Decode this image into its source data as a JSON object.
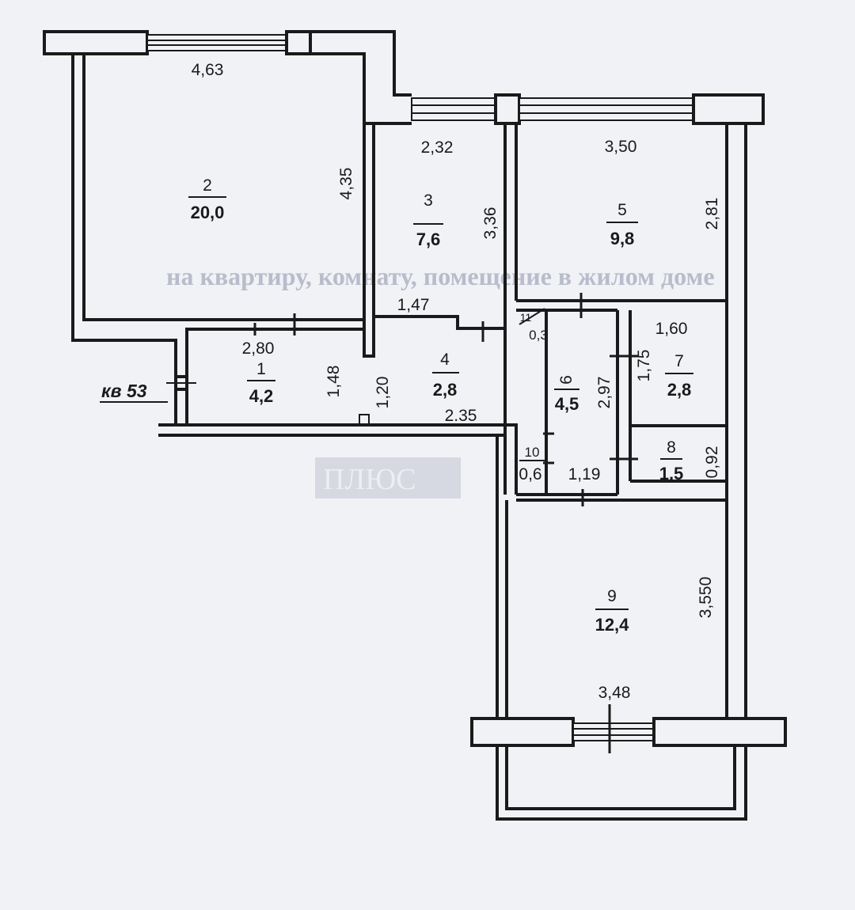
{
  "apartment_label": "кв 53",
  "rooms": [
    {
      "id": "room-1",
      "number": "1",
      "area": "4,2"
    },
    {
      "id": "room-2",
      "number": "2",
      "area": "20,0"
    },
    {
      "id": "room-3",
      "number": "3",
      "area": "7,6"
    },
    {
      "id": "room-4",
      "number": "4",
      "area": "2,8"
    },
    {
      "id": "room-5",
      "number": "5",
      "area": "9,8"
    },
    {
      "id": "room-6",
      "number": "6",
      "area": "4,5"
    },
    {
      "id": "room-7",
      "number": "7",
      "area": "2,8"
    },
    {
      "id": "room-8",
      "number": "8",
      "area": "1,5"
    },
    {
      "id": "room-9",
      "number": "9",
      "area": "12,4"
    },
    {
      "id": "room-10",
      "number": "10",
      "area": "0,6"
    },
    {
      "id": "room-11",
      "number": "11",
      "area": "0,3"
    }
  ],
  "dimensions": {
    "room2_width": "4,63",
    "room2_depth": "4,35",
    "room3_width": "2,32",
    "room3_depth": "3,36",
    "room5_width": "3,50",
    "room5_depth": "2,81",
    "room4_top": "1,47",
    "room1_width": "2,80",
    "room1_depth": "1,48",
    "room4_depth": "1,20",
    "room4_bottom": "2.35",
    "room7_width": "1,60",
    "room7_depth": "1,75",
    "room6_depth": "2,97",
    "room8_depth": "0,92",
    "room10_width": "1,19",
    "room9_depth": "3,550",
    "room9_width": "3,48"
  },
  "background_text": {
    "heading": "на квартиру, комнату, помещение в жилом доме",
    "stamp": "ПЛЮС"
  },
  "colors": {
    "paper": "#f1f2f6",
    "wall": "#1a1a1a",
    "ghost_text": "#b9bccb"
  }
}
